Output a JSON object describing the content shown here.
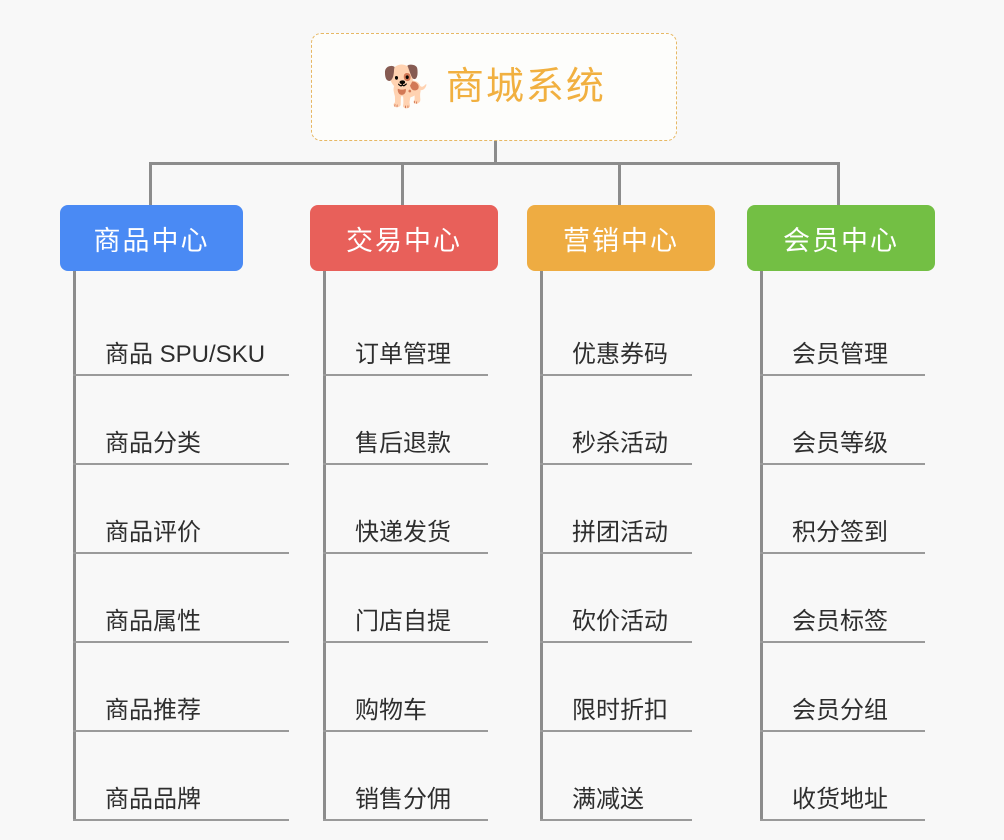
{
  "root": {
    "icon": "shiba-dog-face-icon",
    "emoji": "🐕",
    "title": "商城系统",
    "border_color": "#e7b864",
    "text_color": "#f1b040"
  },
  "connector_color": "#8c8c8c",
  "background_color": "#f8f8f8",
  "columns": [
    {
      "id": "product-center",
      "label": "商品中心",
      "color": "#4a8af4",
      "items": [
        {
          "label": "商品 SPU/SKU"
        },
        {
          "label": "商品分类"
        },
        {
          "label": "商品评价"
        },
        {
          "label": "商品属性"
        },
        {
          "label": "商品推荐"
        },
        {
          "label": "商品品牌"
        }
      ]
    },
    {
      "id": "trade-center",
      "label": "交易中心",
      "color": "#e8605a",
      "items": [
        {
          "label": "订单管理"
        },
        {
          "label": "售后退款"
        },
        {
          "label": "快递发货"
        },
        {
          "label": "门店自提"
        },
        {
          "label": "购物车"
        },
        {
          "label": "销售分佣"
        }
      ]
    },
    {
      "id": "marketing-center",
      "label": "营销中心",
      "color": "#eeac42",
      "items": [
        {
          "label": "优惠券码"
        },
        {
          "label": "秒杀活动"
        },
        {
          "label": "拼团活动"
        },
        {
          "label": "砍价活动"
        },
        {
          "label": "限时折扣"
        },
        {
          "label": "满减送"
        }
      ]
    },
    {
      "id": "member-center",
      "label": "会员中心",
      "color": "#73bf44",
      "items": [
        {
          "label": "会员管理"
        },
        {
          "label": "会员等级"
        },
        {
          "label": "积分签到"
        },
        {
          "label": "会员标签"
        },
        {
          "label": "会员分组"
        },
        {
          "label": "收货地址"
        }
      ]
    }
  ]
}
